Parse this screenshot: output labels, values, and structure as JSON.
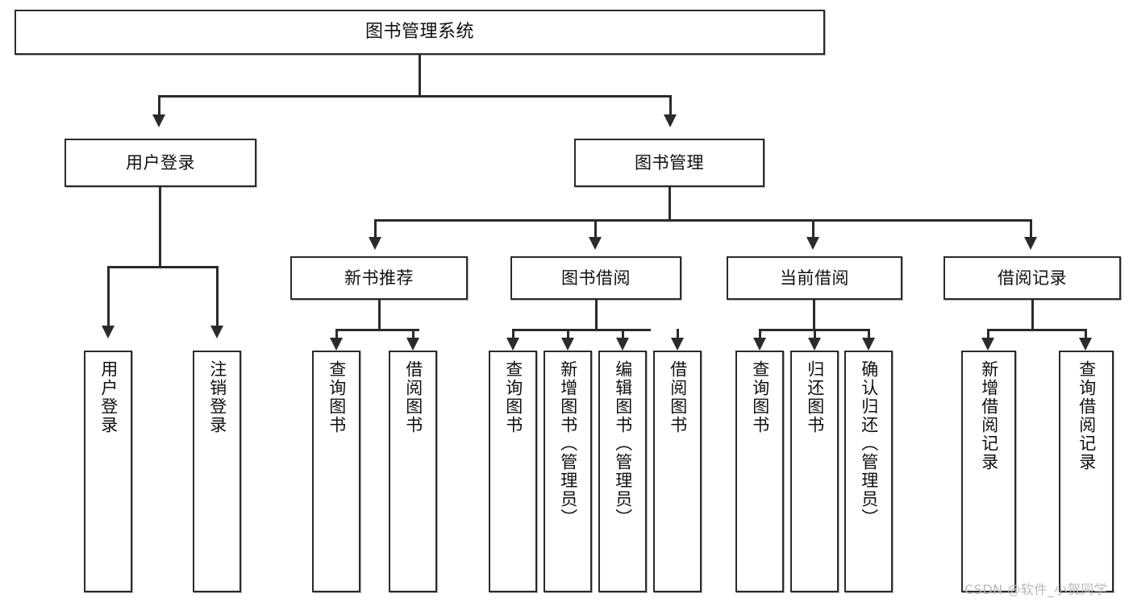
{
  "diagram": {
    "title": "图书管理系统",
    "type": "tree-hierarchy-diagram",
    "accent_color": "#2b2b2b",
    "background_color": "#ffffff"
  },
  "nodes": {
    "root": {
      "label": "图书管理系统"
    },
    "level2": [
      {
        "id": "user-login",
        "label": "用户登录"
      },
      {
        "id": "book-manage",
        "label": "图书管理"
      }
    ],
    "level3": [
      {
        "id": "new-book-recommend",
        "label": "新书推荐"
      },
      {
        "id": "book-borrow",
        "label": "图书借阅"
      },
      {
        "id": "current-borrow",
        "label": "当前借阅"
      },
      {
        "id": "borrow-record",
        "label": "借阅记录"
      }
    ],
    "leaves": {
      "user_login": [
        {
          "id": "leaf-user-login",
          "label": "用户登录"
        },
        {
          "id": "leaf-user-logout",
          "label": "注销登录"
        }
      ],
      "new_book_recommend": [
        {
          "id": "leaf-query-book-1",
          "label": "查询图书"
        },
        {
          "id": "leaf-borrow-book-1",
          "label": "借阅图书"
        }
      ],
      "book_borrow": [
        {
          "id": "leaf-query-book-2",
          "label": "查询图书"
        },
        {
          "id": "leaf-add-book",
          "label": "新增图书（管理员）"
        },
        {
          "id": "leaf-edit-book",
          "label": "编辑图书（管理员）"
        },
        {
          "id": "leaf-borrow-book-2",
          "label": "借阅图书"
        }
      ],
      "current_borrow": [
        {
          "id": "leaf-query-book-3",
          "label": "查询图书"
        },
        {
          "id": "leaf-return-book",
          "label": "归还图书"
        },
        {
          "id": "leaf-confirm-return",
          "label": "确认归还（管理员）"
        }
      ],
      "borrow_record": [
        {
          "id": "leaf-add-record",
          "label": "新增借阅记录"
        },
        {
          "id": "leaf-query-record",
          "label": "查询借阅记录"
        }
      ]
    }
  },
  "watermark": {
    "text": "CSDN @软件_小贺同学"
  }
}
